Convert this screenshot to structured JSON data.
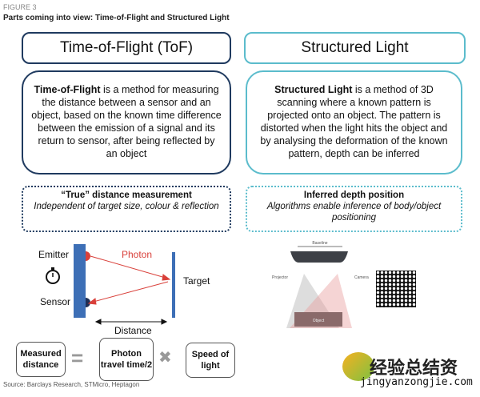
{
  "figure_label": "FIGURE 3",
  "subtitle": "Parts coming into view: Time-of-Flight and Structured Light",
  "tof": {
    "header": "Time-of-Flight (ToF)",
    "term": "Time-of-Flight",
    "description": " is a method for measuring the distance between a sensor and an object, based on the known time difference between the emission of a signal and its return to sensor, after being reflected by an object",
    "feature_title": "“True” distance measurement",
    "feature_text": "Independent of target size, colour & reflection",
    "diagram": {
      "emitter": "Emitter",
      "sensor": "Sensor",
      "photon": "Photon",
      "target": "Target",
      "distance": "Distance"
    },
    "equation": {
      "left": "Measured distance",
      "equals": "=",
      "middle": "Photon travel time/2",
      "times": "✖",
      "right": "Speed of light"
    }
  },
  "sl": {
    "header": "Structured Light",
    "term": "Structured Light",
    "description": " is a method of 3D scanning where a known pattern is projected onto an object. The pattern is distorted when the light hits the object and by analysing the deformation of the known pattern, depth can be inferred",
    "feature_title": "Inferred depth position",
    "feature_text": "Algorithms enable inference of body/object positioning",
    "diagram": {
      "baseline": "Baseline",
      "projector": "Projector",
      "camera": "Camera",
      "object": "Object"
    }
  },
  "source": "Source: Barclays Research, STMicro, Heptagon",
  "watermark": {
    "cn": "经验总结资",
    "url": "jingyanzongjie.com"
  },
  "colors": {
    "navy": "#1f3a5f",
    "teal": "#5bbccc",
    "red": "#d9403a",
    "blue": "#3d6fb6"
  }
}
